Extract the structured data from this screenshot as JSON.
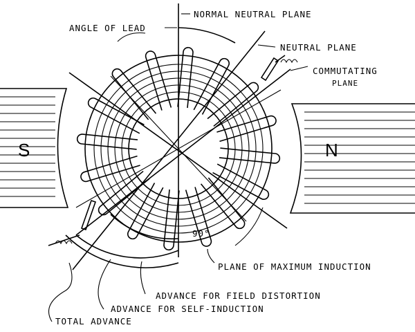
{
  "labels": {
    "angle_of_lead": "ANGLE OF LEAD",
    "normal_neutral_plane": "NORMAL NEUTRAL PLANE",
    "neutral_plane": "NEUTRAL PLANE",
    "commutating_plane_1": "COMMUTATING",
    "commutating_plane_2": "PLANE",
    "pole_s": "S",
    "pole_n": "N",
    "angle_90": "90°",
    "plane_max_induction": "PLANE OF MAXIMUM INDUCTION",
    "advance_field_distortion": "ADVANCE FOR FIELD DISTORTION",
    "advance_self_induction": "ADVANCE FOR SELF-INDUCTION",
    "total_advance": "TOTAL ADVANCE"
  }
}
